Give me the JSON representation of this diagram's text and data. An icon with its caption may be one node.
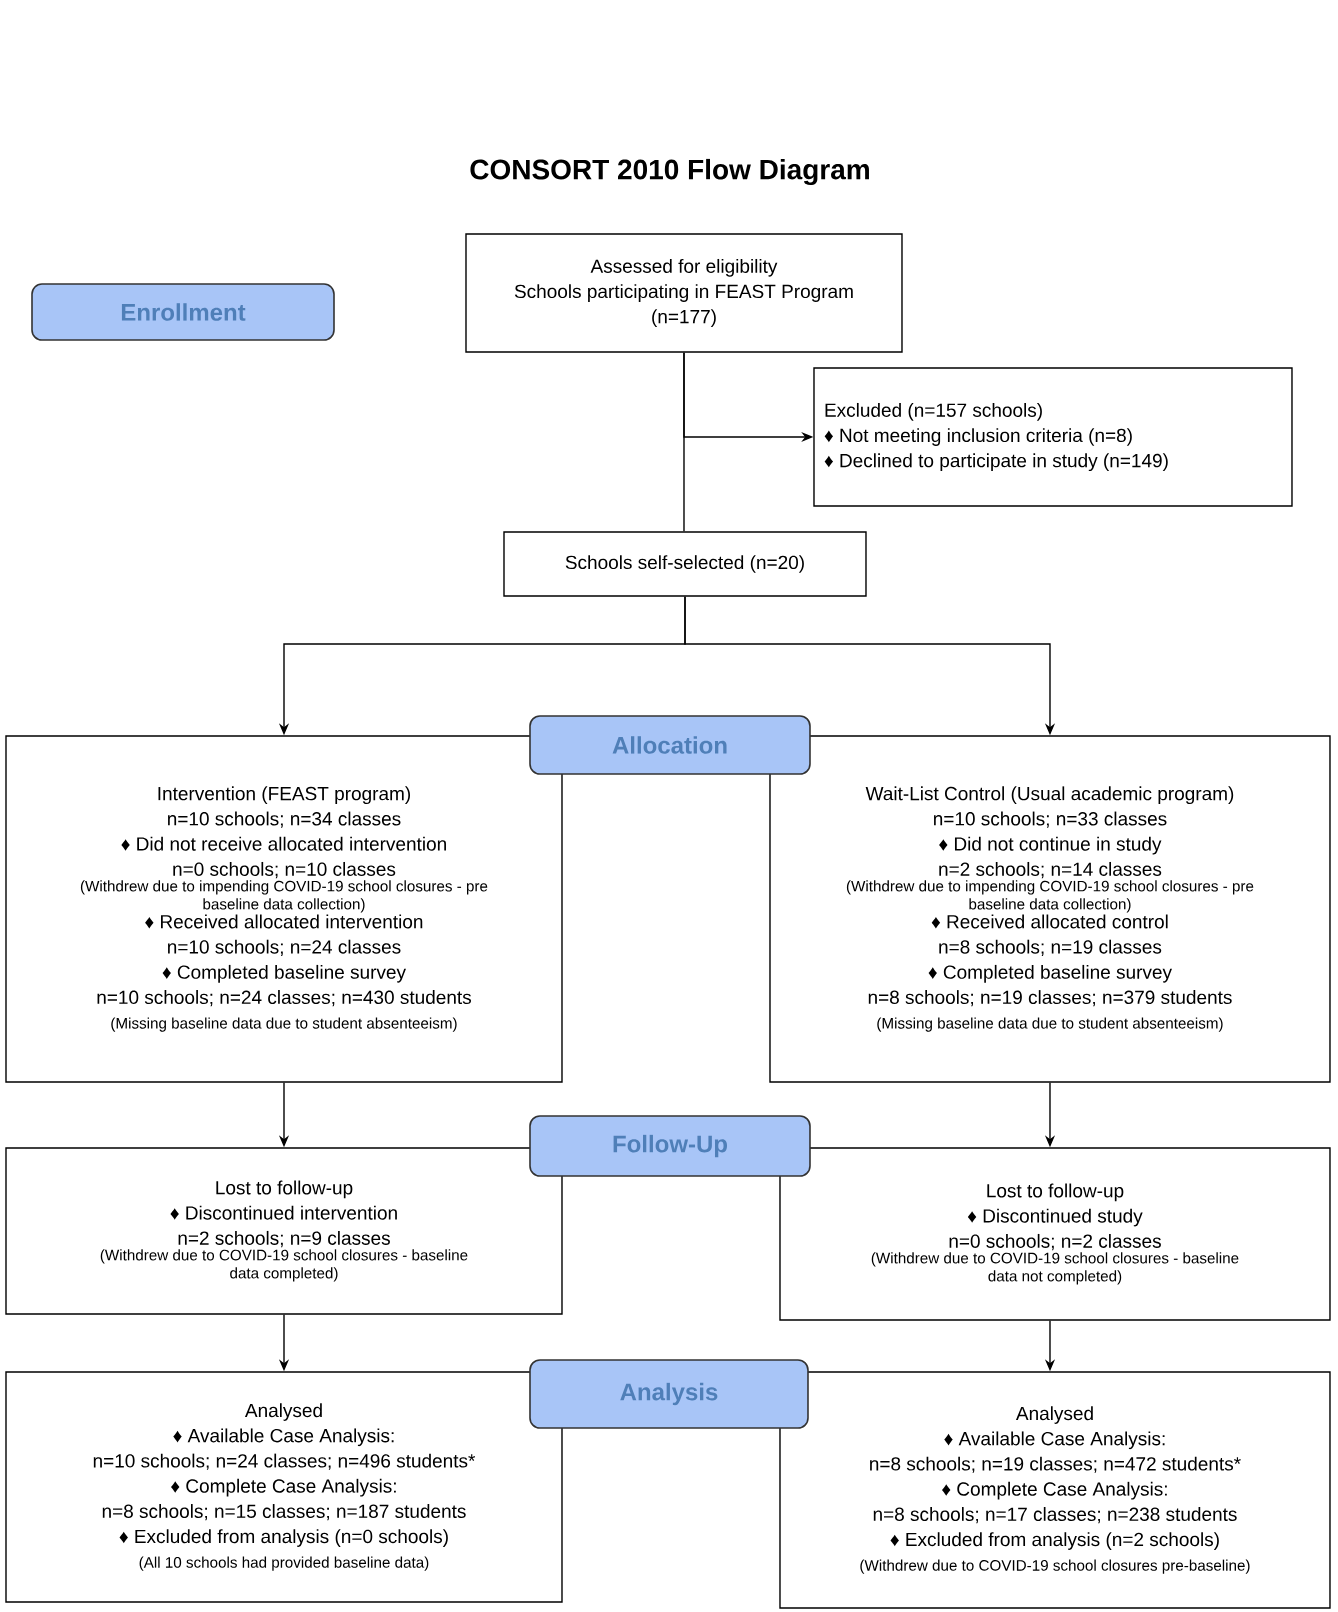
{
  "diagram": {
    "title": "CONSORT 2010 Flow Diagram",
    "nodes": [
      {
        "text": [
          "Enrollment"
        ]
      },
      {
        "text": [
          "Assessed for eligibility",
          "Schools participating in FEAST Program",
          "(n=177)"
        ]
      },
      {
        "text": [
          "Excluded (n=157 schools)",
          "♦ Not meeting inclusion criteria (n=8)",
          "♦ Declined to participate in study (n=149)"
        ]
      },
      {
        "text": [
          "Schools self-selected (n=20)"
        ]
      },
      {
        "text": [
          "Allocation"
        ]
      },
      {
        "text": [
          "Intervention (FEAST program)",
          "n=10 schools; n=34 classes",
          "♦ Did not receive allocated intervention",
          "n=0 schools; n=10 classes",
          "(Withdrew due to impending COVID-19 school closures - pre baseline data collection)",
          "♦ Received allocated intervention",
          "n=10 schools; n=24 classes",
          "♦ Completed baseline survey",
          "n=10 schools; n=24 classes; n=430 students",
          "(Missing baseline data due to student absenteeism)"
        ]
      },
      {
        "text": [
          "Wait-List Control (Usual academic program)",
          "n=10 schools; n=33 classes",
          "♦ Did not continue in study",
          "n=2 schools; n=14 classes",
          "(Withdrew due to impending COVID-19 school closures - pre baseline data collection)",
          "♦ Received allocated control",
          "n=8 schools; n=19 classes",
          "♦ Completed baseline survey",
          "n=8 schools; n=19 classes; n=379 students",
          "(Missing baseline data due to student absenteeism)"
        ]
      },
      {
        "text": [
          "Follow-Up"
        ]
      },
      {
        "text": [
          "Lost to follow-up",
          "♦ Discontinued intervention",
          "n=2 schools; n=9 classes",
          "(Withdrew due to COVID-19 school closures - baseline data completed)"
        ]
      },
      {
        "text": [
          "Lost to follow-up",
          "♦ Discontinued study",
          "n=0 schools; n=2 classes",
          "(Withdrew due to COVID-19 school closures - baseline data not completed)"
        ]
      },
      {
        "text": [
          "Analysis"
        ]
      },
      {
        "text": [
          "Analysed",
          "♦ Available Case Analysis:",
          "n=10 schools; n=24 classes; n=496 students*",
          "♦ Complete Case Analysis:",
          "n=8 schools; n=15 classes; n=187 students",
          "♦ Excluded from analysis (n=0 schools)",
          "(All 10 schools had provided baseline data)"
        ]
      },
      {
        "text": [
          "Analysed",
          "♦ Available Case Analysis:",
          "n=8 schools; n=19 classes; n=472 students*",
          "♦ Complete Case Analysis:",
          "n=8 schools; n=17 classes; n=238 students",
          "♦ Excluded from analysis (n=2 schools)",
          "(Withdrew due to COVID-19 school closures pre-baseline)"
        ]
      }
    ],
    "edges": [
      {
        "from": 1,
        "to": 3,
        "arrow": "none"
      },
      {
        "from": 1,
        "to": 2,
        "arrow": "to"
      },
      {
        "from": 3,
        "to": 5,
        "arrow": "to"
      },
      {
        "from": 3,
        "to": 6,
        "arrow": "to"
      },
      {
        "from": 5,
        "to": 8,
        "arrow": "to"
      },
      {
        "from": 6,
        "to": 9,
        "arrow": "to"
      },
      {
        "from": 8,
        "to": 11,
        "arrow": "to"
      },
      {
        "from": 9,
        "to": 12,
        "arrow": "to"
      }
    ]
  }
}
